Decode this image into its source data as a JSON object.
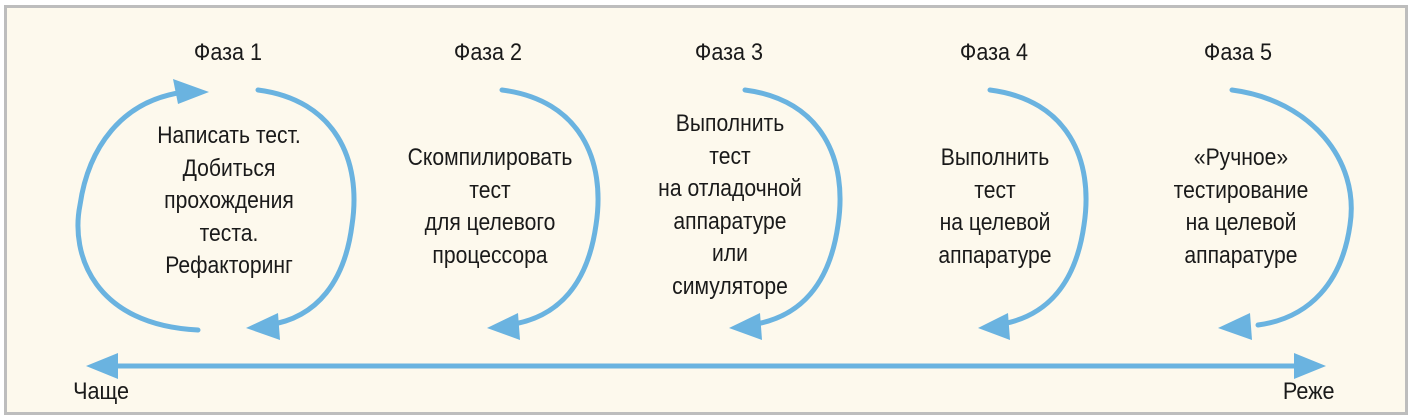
{
  "colors": {
    "arrow": "#6ab3e0",
    "background": "#fdf9ed",
    "border": "#bdbdbd",
    "text": "#1a1a1a"
  },
  "phases": [
    {
      "title": "Фаза 1",
      "lines": [
        "Написать тест.",
        "Добиться",
        "прохождения",
        "теста.",
        "Рефакторинг"
      ]
    },
    {
      "title": "Фаза 2",
      "lines": [
        "Скомпилировать",
        "тест",
        "для целевого",
        "процессора"
      ]
    },
    {
      "title": "Фаза 3",
      "lines": [
        "Выполнить",
        "тест",
        "на отладочной",
        "аппаратуре",
        "или",
        "симуляторе"
      ]
    },
    {
      "title": "Фаза 4",
      "lines": [
        "Выполнить",
        "тест",
        "на целевой",
        "аппаратуре"
      ]
    },
    {
      "title": "Фаза 5",
      "lines": [
        "«Ручное»",
        "тестирование",
        "на целевой",
        "аппаратуре"
      ]
    }
  ],
  "axis": {
    "left_label": "Чаще",
    "right_label": "Реже"
  }
}
